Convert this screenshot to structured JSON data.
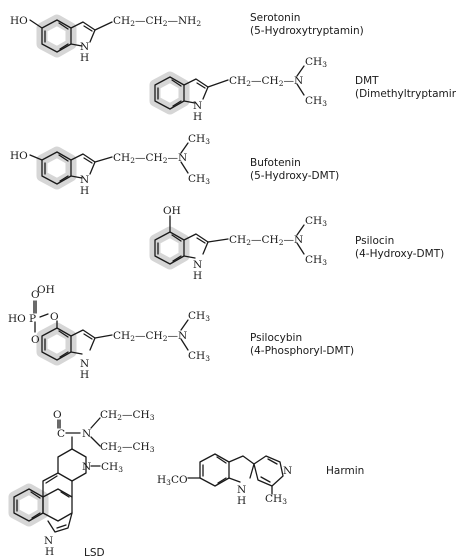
{
  "colors": {
    "highlight": "#d6d6d6",
    "ink": "#1a1a1a",
    "background": "#ffffff"
  },
  "molecules": {
    "serotonin": {
      "name": "Serotonin",
      "desc": "(5-Hydroxytryptamin)",
      "ho": "HO",
      "ch2a": "CH",
      "ch2b": "CH",
      "nh2": "NH",
      "nh": "N",
      "h": "H"
    },
    "dmt": {
      "name": "DMT",
      "desc": "(Dimethyltryptamin)",
      "ch2a": "CH",
      "ch2b": "CH",
      "n": "N",
      "ch3a": "CH",
      "ch3b": "CH",
      "nh": "N",
      "h": "H"
    },
    "bufotenin": {
      "name": "Bufotenin",
      "desc": "(5-Hydroxy-DMT)",
      "ho": "HO",
      "ch2a": "CH",
      "ch2b": "CH",
      "n": "N",
      "ch3a": "CH",
      "ch3b": "CH",
      "nh": "N",
      "h": "H"
    },
    "psilocin": {
      "name": "Psilocin",
      "desc": "(4-Hydroxy-DMT)",
      "oh": "OH",
      "ch2a": "CH",
      "ch2b": "CH",
      "n": "N",
      "ch3a": "CH",
      "ch3b": "CH",
      "nh": "N",
      "h": "H"
    },
    "psilocybin": {
      "name": "Psilocybin",
      "desc": "(4-Phosphoryl-DMT)",
      "o_top": "O",
      "oh": "OH",
      "ho": "HO",
      "p": "P",
      "o_bridge": "O",
      "o_low": "O",
      "ch2a": "CH",
      "ch2b": "CH",
      "n": "N",
      "ch3a": "CH",
      "ch3b": "CH",
      "nh": "N",
      "h": "H"
    },
    "lsd": {
      "name": "LSD",
      "o": "O",
      "c": "C",
      "n_amide": "N",
      "ch2a": "CH",
      "ch3a": "CH",
      "ch2b": "CH",
      "ch3b": "CH",
      "n_ring": "N",
      "nch3": "CH",
      "nh": "N",
      "h": "H"
    },
    "harmin": {
      "name": "Harmin",
      "h3co": "H",
      "co": "CO",
      "nh": "N",
      "h": "H",
      "n": "N",
      "ch3": "CH"
    }
  },
  "subscripts": {
    "two": "2",
    "three": "3"
  }
}
